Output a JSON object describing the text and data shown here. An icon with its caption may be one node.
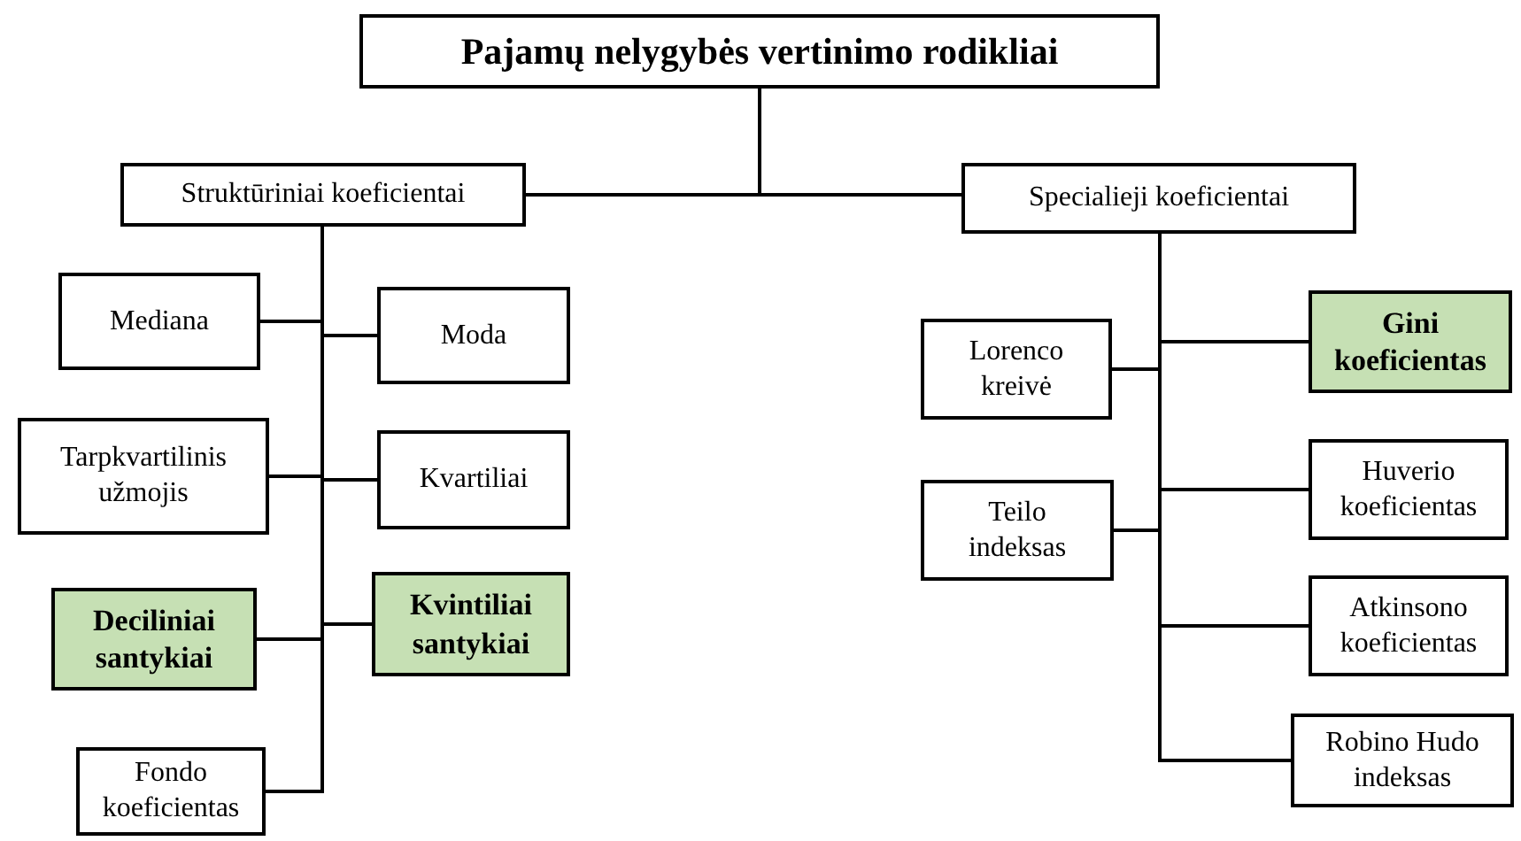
{
  "diagram": {
    "nodes": [
      {
        "text": [
          "Pajamų nelygybės vertinimo rodikliai"
        ]
      },
      {
        "text": [
          "Struktūriniai koeficientai"
        ]
      },
      {
        "text": [
          "Specialieji koeficientai"
        ]
      },
      {
        "text": [
          "Mediana"
        ]
      },
      {
        "text": [
          "Moda"
        ]
      },
      {
        "text": [
          "Tarpkvartilinis užmojis"
        ]
      },
      {
        "text": [
          "Kvartiliai"
        ]
      },
      {
        "text": [
          "Deciliniai santykiai"
        ]
      },
      {
        "text": [
          "Kvintiliai santykiai"
        ]
      },
      {
        "text": [
          "Fondo koeficientas"
        ]
      },
      {
        "text": [
          "Lorenco kreivė"
        ]
      },
      {
        "text": [
          "Gini koeficientas"
        ]
      },
      {
        "text": [
          "Teilo indeksas"
        ]
      },
      {
        "text": [
          "Huverio koeficientas"
        ]
      },
      {
        "text": [
          "Atkinsono koeficientas"
        ]
      },
      {
        "text": [
          "Robino Hudo indeksas"
        ]
      }
    ],
    "edges": [
      {
        "from": 0,
        "to": 1,
        "arrow": "none"
      },
      {
        "from": 0,
        "to": 2,
        "arrow": "none"
      },
      {
        "from": 1,
        "to": 3,
        "arrow": "none"
      },
      {
        "from": 1,
        "to": 4,
        "arrow": "none"
      },
      {
        "from": 1,
        "to": 5,
        "arrow": "none"
      },
      {
        "from": 1,
        "to": 6,
        "arrow": "none"
      },
      {
        "from": 1,
        "to": 7,
        "arrow": "none"
      },
      {
        "from": 1,
        "to": 8,
        "arrow": "none"
      },
      {
        "from": 1,
        "to": 9,
        "arrow": "none"
      },
      {
        "from": 2,
        "to": 10,
        "arrow": "none"
      },
      {
        "from": 2,
        "to": 11,
        "arrow": "none"
      },
      {
        "from": 2,
        "to": 12,
        "arrow": "none"
      },
      {
        "from": 2,
        "to": 13,
        "arrow": "none"
      },
      {
        "from": 2,
        "to": 14,
        "arrow": "none"
      },
      {
        "from": 2,
        "to": 15,
        "arrow": "none"
      }
    ]
  }
}
